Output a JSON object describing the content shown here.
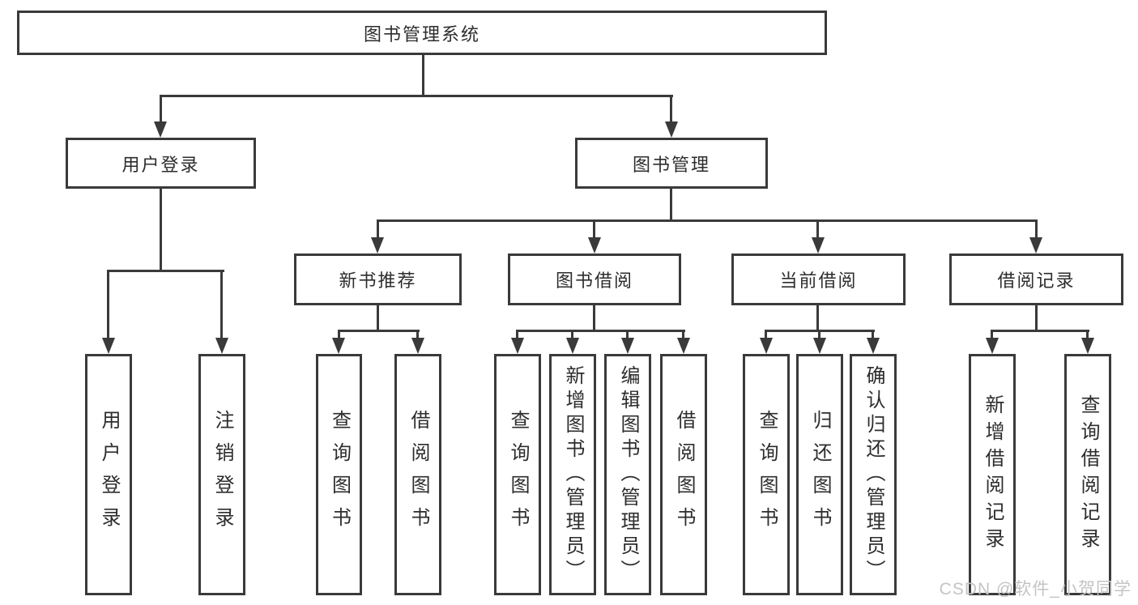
{
  "diagram": {
    "root": {
      "label": "图书管理系统"
    },
    "branches": [
      {
        "label": "用户登录",
        "children": [
          {
            "label": "用户登录"
          },
          {
            "label": "注销登录"
          }
        ]
      },
      {
        "label": "图书管理",
        "children": [
          {
            "label": "新书推荐",
            "children": [
              {
                "label": "查询图书"
              },
              {
                "label": "借阅图书"
              }
            ]
          },
          {
            "label": "图书借阅",
            "children": [
              {
                "label": "查询图书"
              },
              {
                "label": "新增图书（管理员）"
              },
              {
                "label": "编辑图书（管理员）"
              },
              {
                "label": "借阅图书"
              }
            ]
          },
          {
            "label": "当前借阅",
            "children": [
              {
                "label": "查询图书"
              },
              {
                "label": "归还图书"
              },
              {
                "label": "确认归还（管理员）"
              }
            ]
          },
          {
            "label": "借阅记录",
            "children": [
              {
                "label": "新增借阅记录"
              },
              {
                "label": "查询借阅记录"
              }
            ]
          }
        ]
      }
    ]
  },
  "watermark": {
    "text": "CSDN @软件_小贺同学"
  },
  "colors": {
    "line": "#3a3a3a",
    "text": "#2d2d2d",
    "background": "#ffffff",
    "watermark": "#c4c4c4"
  }
}
